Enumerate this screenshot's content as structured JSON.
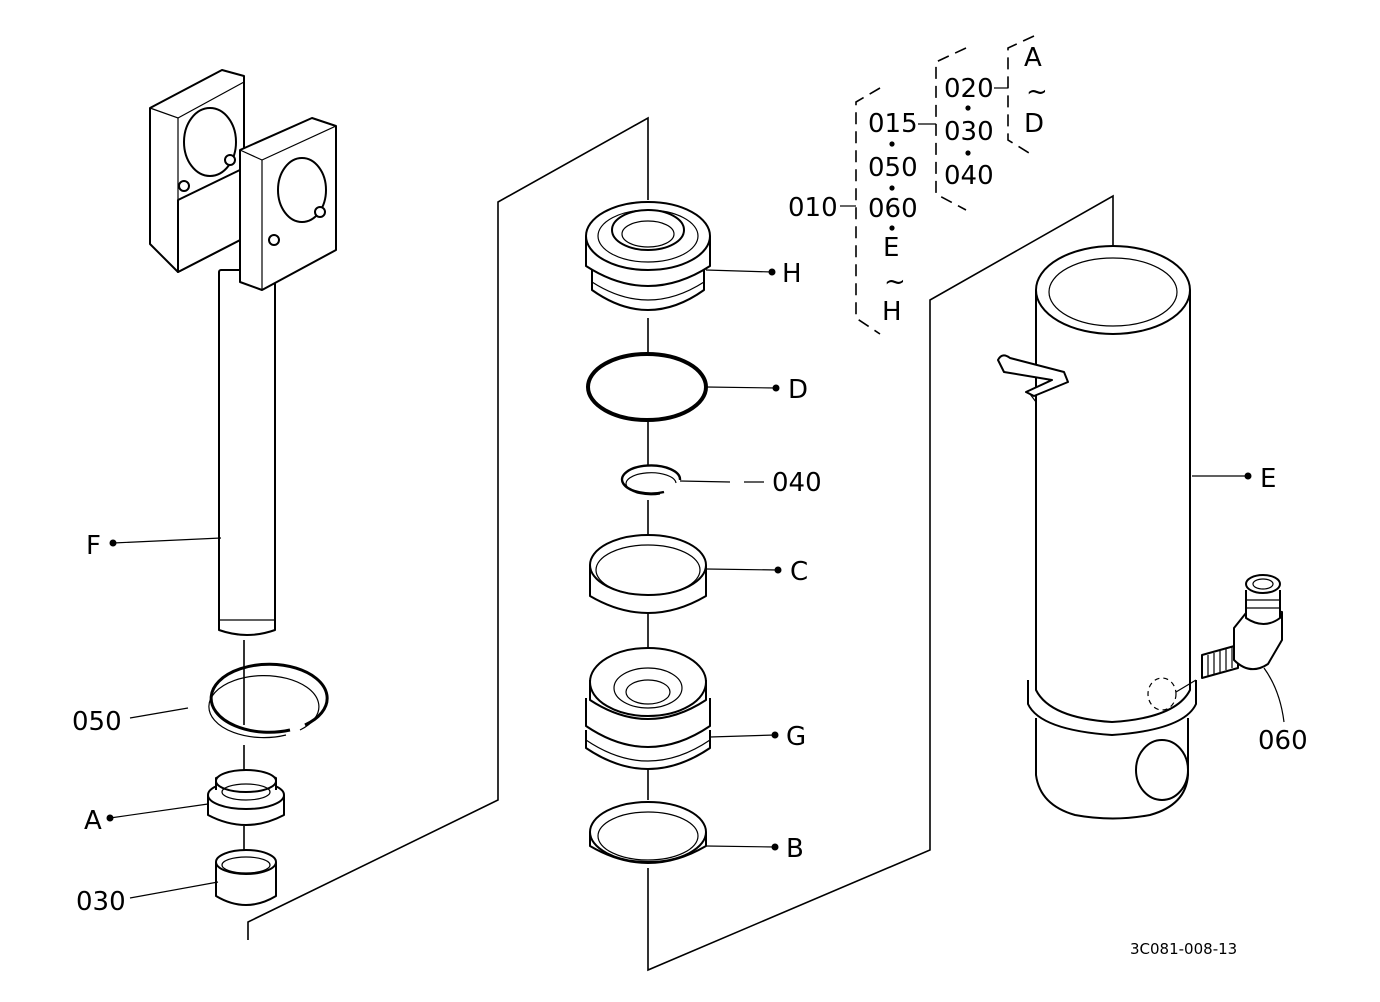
{
  "diagram": {
    "labels": {
      "F": "F",
      "p050": "050",
      "A": "A",
      "p030": "030",
      "H": "H",
      "D": "D",
      "p040": "040",
      "C": "C",
      "G": "G",
      "B": "B",
      "E": "E",
      "p060": "060"
    },
    "tree": {
      "root": "010",
      "level1": [
        "015",
        "050",
        "060",
        "E",
        "~",
        "H"
      ],
      "level2": [
        "020",
        "030",
        "040"
      ],
      "level3": [
        "A",
        "~",
        "D"
      ]
    },
    "drawing_number": "3C081-008-13"
  }
}
